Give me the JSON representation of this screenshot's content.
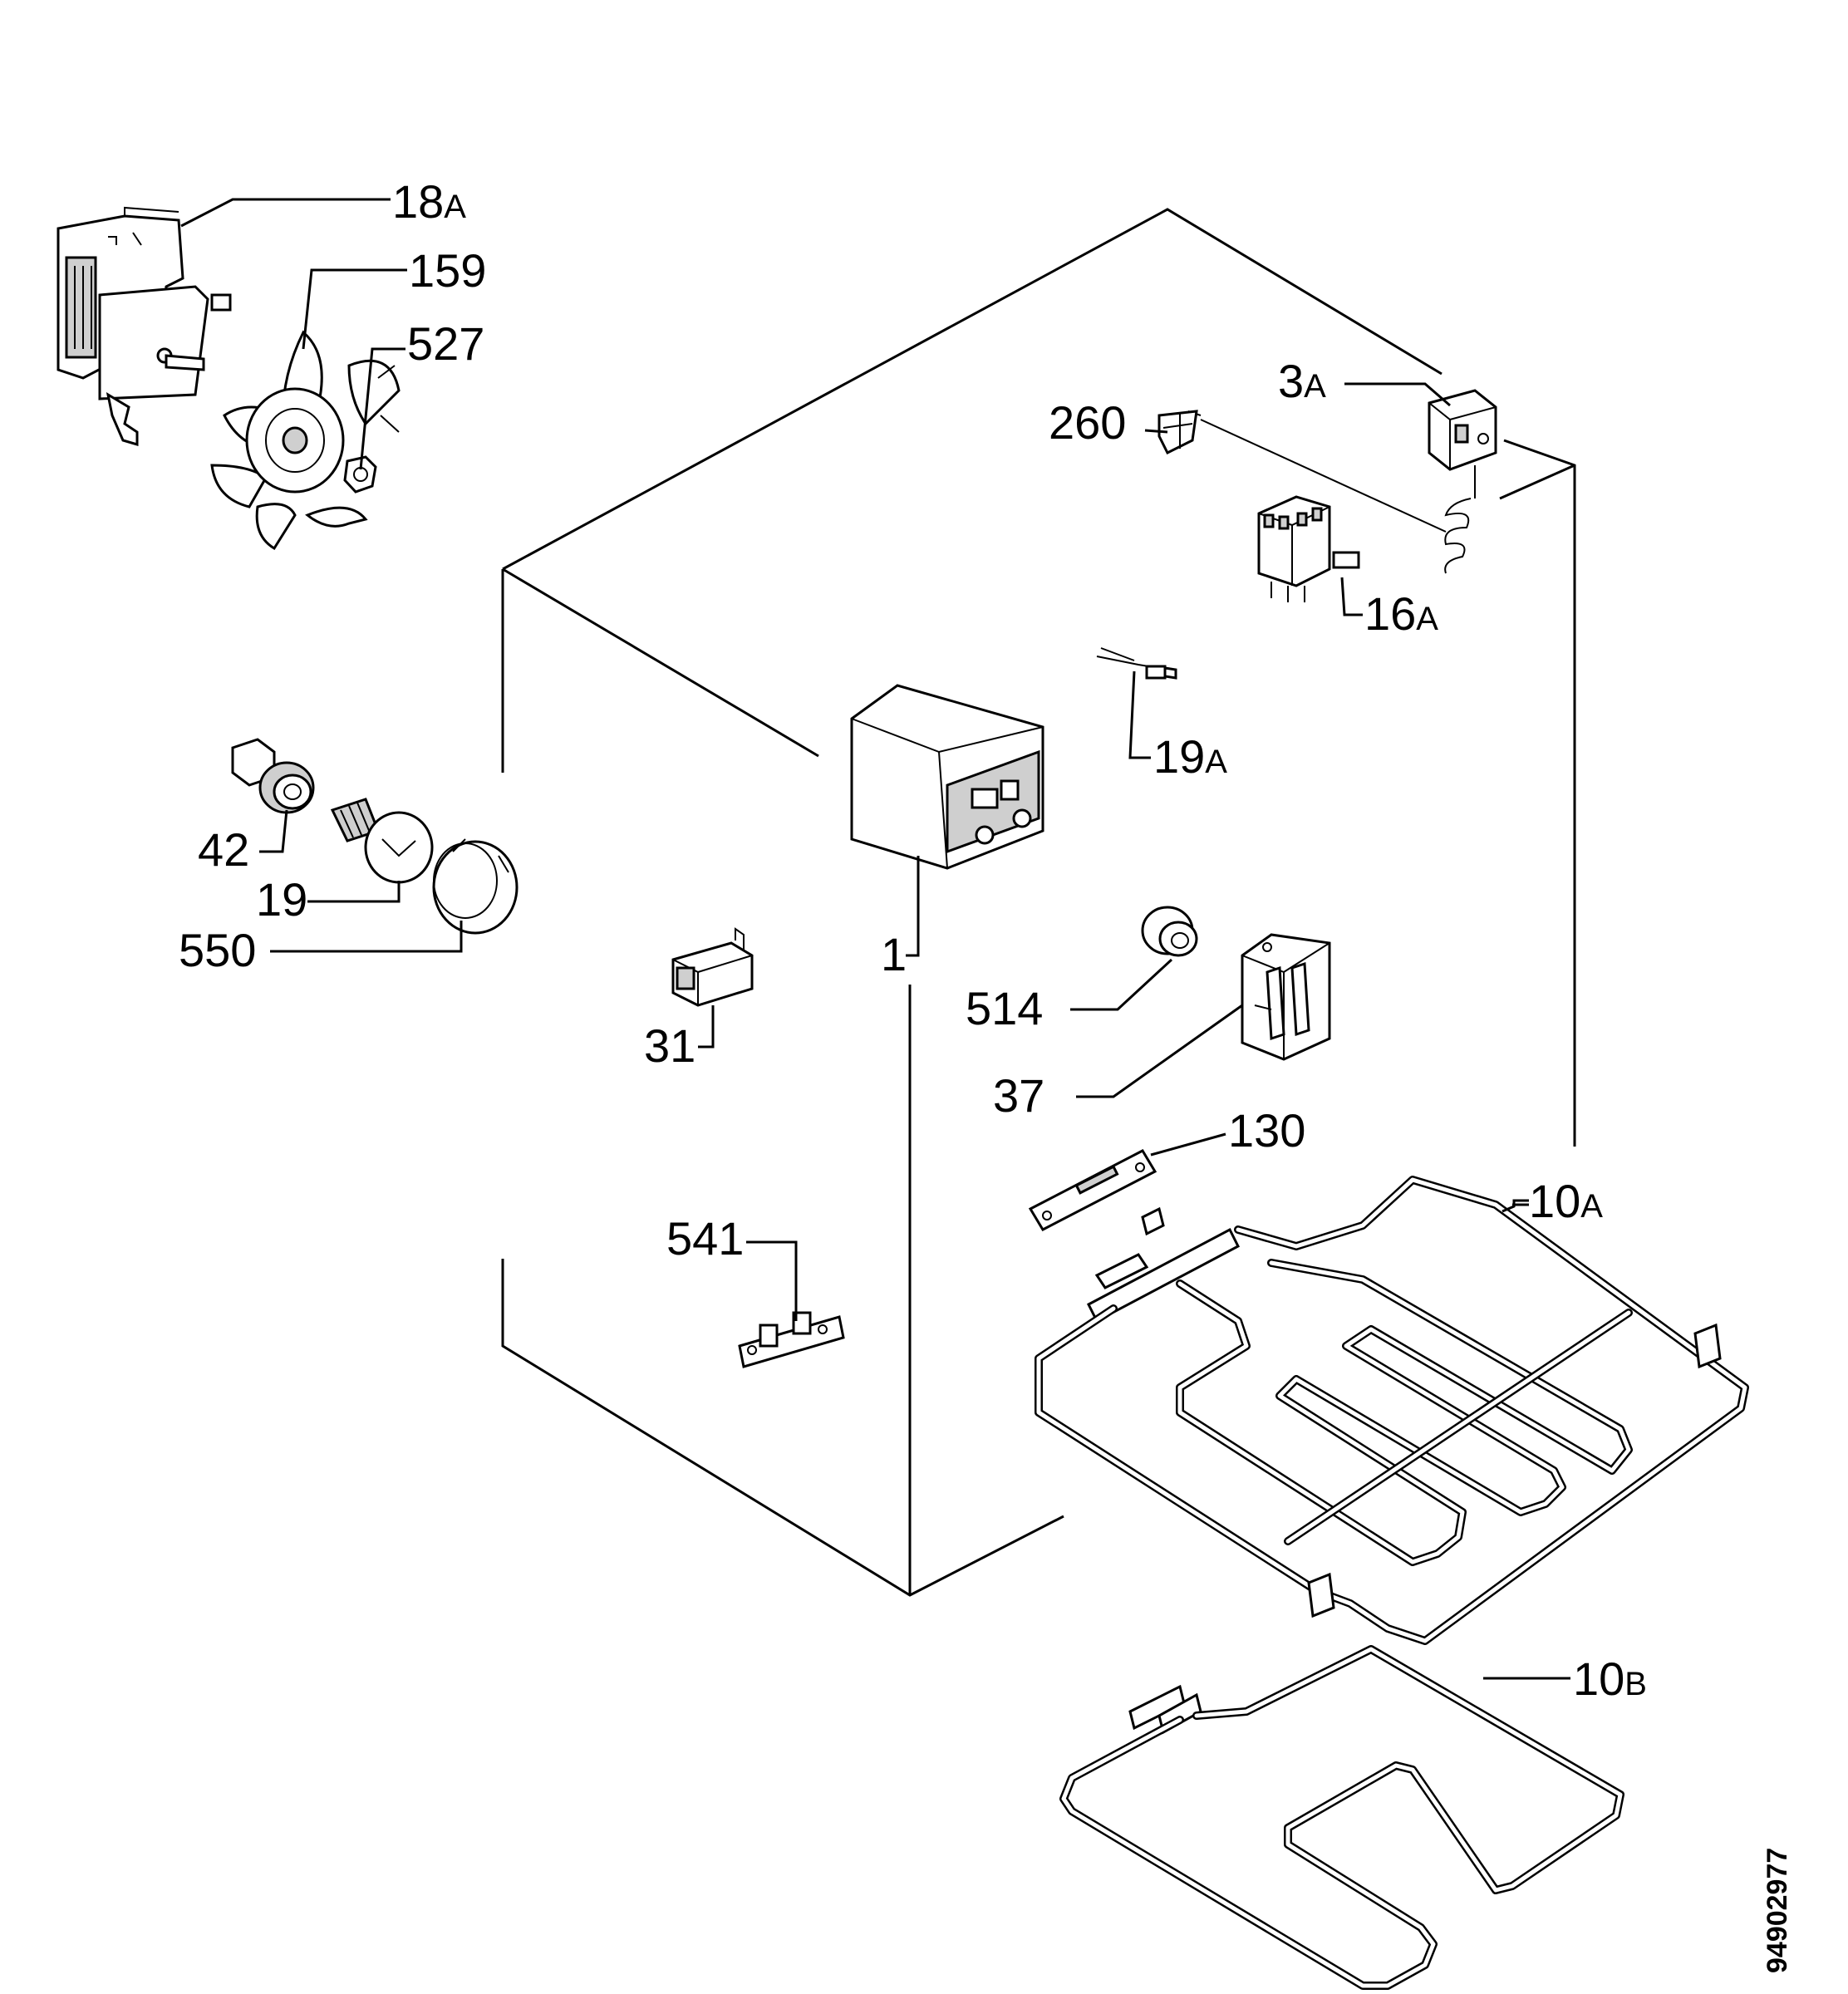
{
  "labels": {
    "p18A": "18",
    "p18A_suffix": "A",
    "p159": "159",
    "p527": "527",
    "p3A": "3",
    "p3A_suffix": "A",
    "p260": "260",
    "p16A": "16",
    "p16A_suffix": "A",
    "p19A": "19",
    "p19A_suffix": "A",
    "p42": "42",
    "p19": "19",
    "p550": "550",
    "p1": "1",
    "p31": "31",
    "p514": "514",
    "p37": "37",
    "p130": "130",
    "p10A": "10",
    "p10A_suffix": "A",
    "p541": "541",
    "p10B": "10",
    "p10B_suffix": "B"
  },
  "drawing_number": "94902977"
}
